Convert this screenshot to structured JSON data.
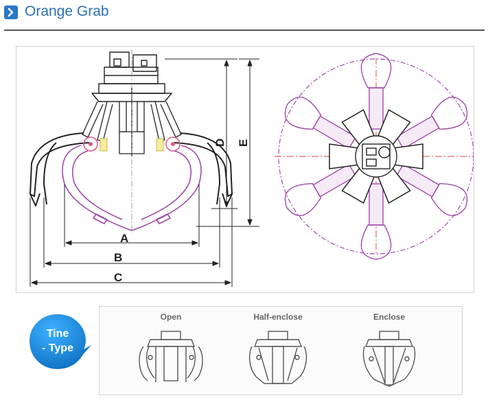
{
  "header": {
    "title": "Orange Grab",
    "icon": "chevron-right-icon"
  },
  "diagram": {
    "dimensions": {
      "a": "A",
      "b": "B",
      "c": "C",
      "d": "D",
      "e": "E"
    }
  },
  "tine_type": {
    "line1": "Tine",
    "line2": "- Type",
    "options": [
      {
        "label": "Open"
      },
      {
        "label": "Half-enclose"
      },
      {
        "label": "Enclose"
      }
    ]
  },
  "colors": {
    "accent_blue": "#2a78c4",
    "title_blue": "#2d6fb3",
    "tine_purple": "#a04aa8",
    "drawing_black": "#222222",
    "bubble_blue": "#1e8ee0"
  }
}
